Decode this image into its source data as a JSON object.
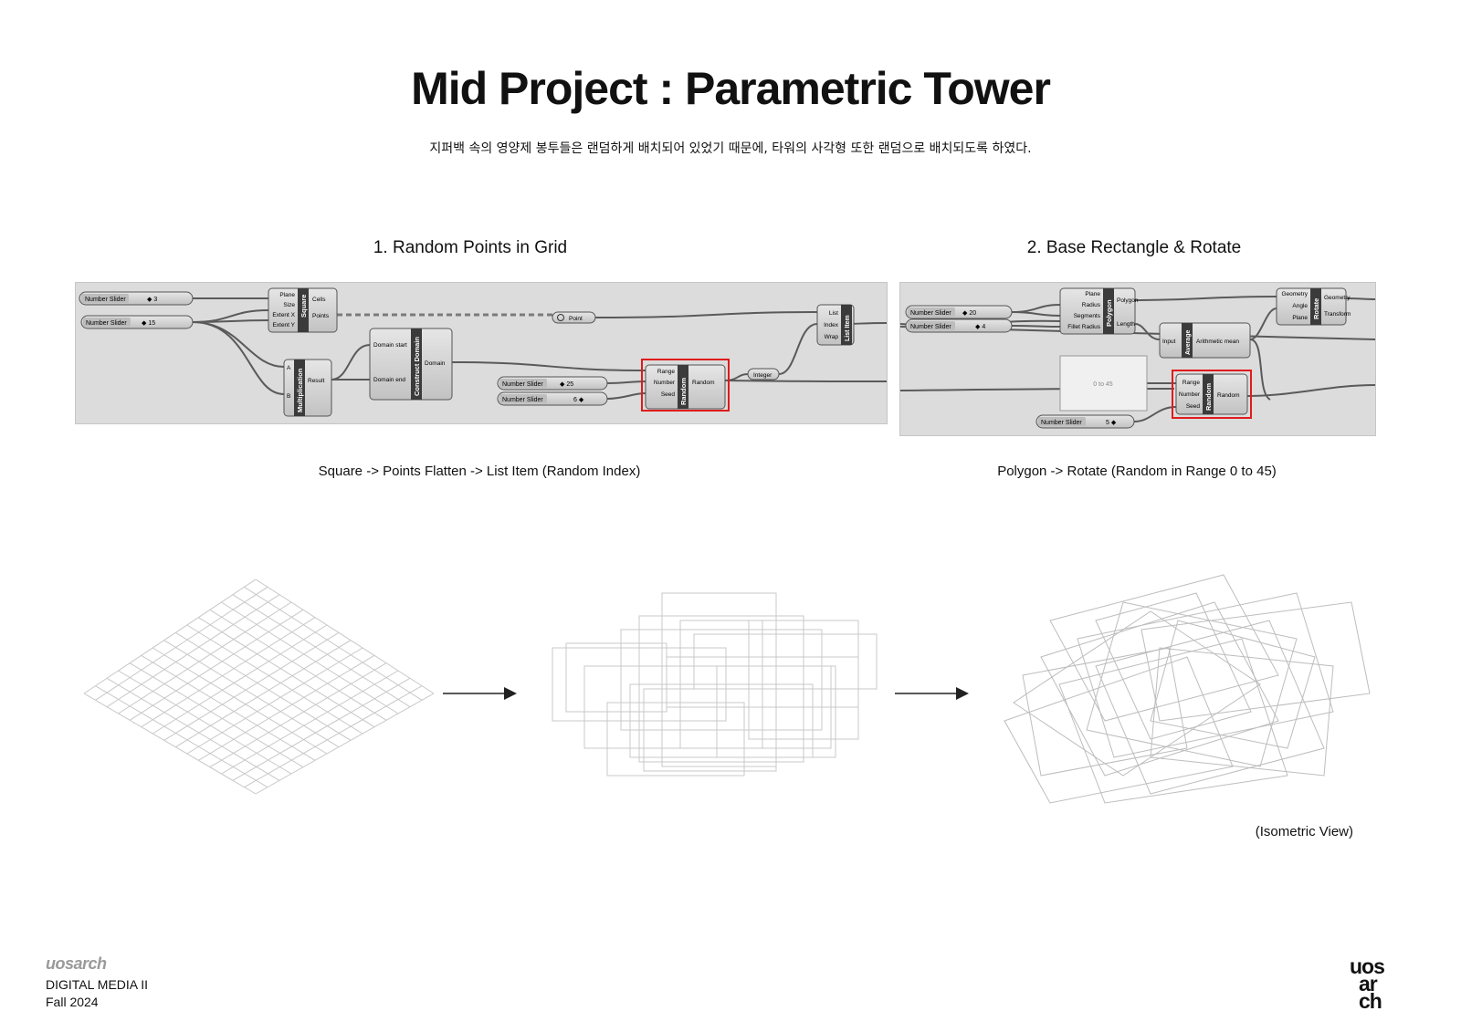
{
  "title": "Mid Project : Parametric Tower",
  "subtitle": "지퍼백 속의 영양제 봉투들은 랜덤하게 배치되어 있었기 때문에, 타워의 사각형 또한 랜덤으로 배치되도록 하였다.",
  "sections": [
    {
      "heading": "1. Random Points in Grid",
      "caption": "Square -> Points Flatten -> List Item (Random Index)"
    },
    {
      "heading": "2. Base Rectangle & Rotate",
      "caption": "Polygon -> Rotate (Random in Range 0 to 45)"
    }
  ],
  "gh1": {
    "slider_label": "Number Slider",
    "slider_a_value": "◆ 3",
    "slider_b_value": "◆ 15",
    "slider_c_value": "◆ 25",
    "slider_d_value": "6 ◆",
    "square": {
      "name": "Square",
      "in": [
        "Plane",
        "Size",
        "Extent X",
        "Extent Y"
      ],
      "out": [
        "Cells",
        "Points"
      ]
    },
    "mult": {
      "name": "Multiplication",
      "in": [
        "A",
        "B"
      ],
      "out": "Result"
    },
    "domain": {
      "name": "Construct Domain",
      "in": [
        "Domain start",
        "Domain end"
      ],
      "out": "Domain"
    },
    "point": "Point",
    "random": {
      "name": "Random",
      "in": [
        "Range",
        "Number",
        "Seed"
      ],
      "out": "Random"
    },
    "integer": "Integer",
    "listitem": {
      "name": "List Item",
      "in": [
        "List",
        "Index",
        "Wrap"
      ]
    }
  },
  "gh2": {
    "slider_label": "Number Slider",
    "slider_a_value": "◆ 20",
    "slider_b_value": "◆ 4",
    "slider_c_value": "5 ◆",
    "polygon": {
      "name": "Polygon",
      "in": [
        "Plane",
        "Radius",
        "Segments",
        "Fillet Radius"
      ],
      "out": [
        "Polygon",
        "Length"
      ]
    },
    "average": {
      "name": "Average",
      "in": "Input",
      "out": "Arithmetic mean"
    },
    "panel_text": "0 to 45",
    "random": {
      "name": "Random",
      "in": [
        "Range",
        "Number",
        "Seed"
      ],
      "out": "Random"
    },
    "rotate": {
      "name": "Rotate",
      "in": [
        "Geometry",
        "Angle",
        "Plane"
      ],
      "out": [
        "Geometry",
        "Transform"
      ]
    }
  },
  "iso_label": "(Isometric View)",
  "footer": {
    "logo": "uosarch",
    "course": "DIGITAL MEDIA II",
    "term": "Fall 2024"
  },
  "brand_logo": [
    "uos",
    "ar",
    "ch"
  ],
  "colors": {
    "highlight": "#e01b1b",
    "panel": "#dcdcdc",
    "component": "#c9c9c9",
    "wire": "#5a5a5a"
  }
}
